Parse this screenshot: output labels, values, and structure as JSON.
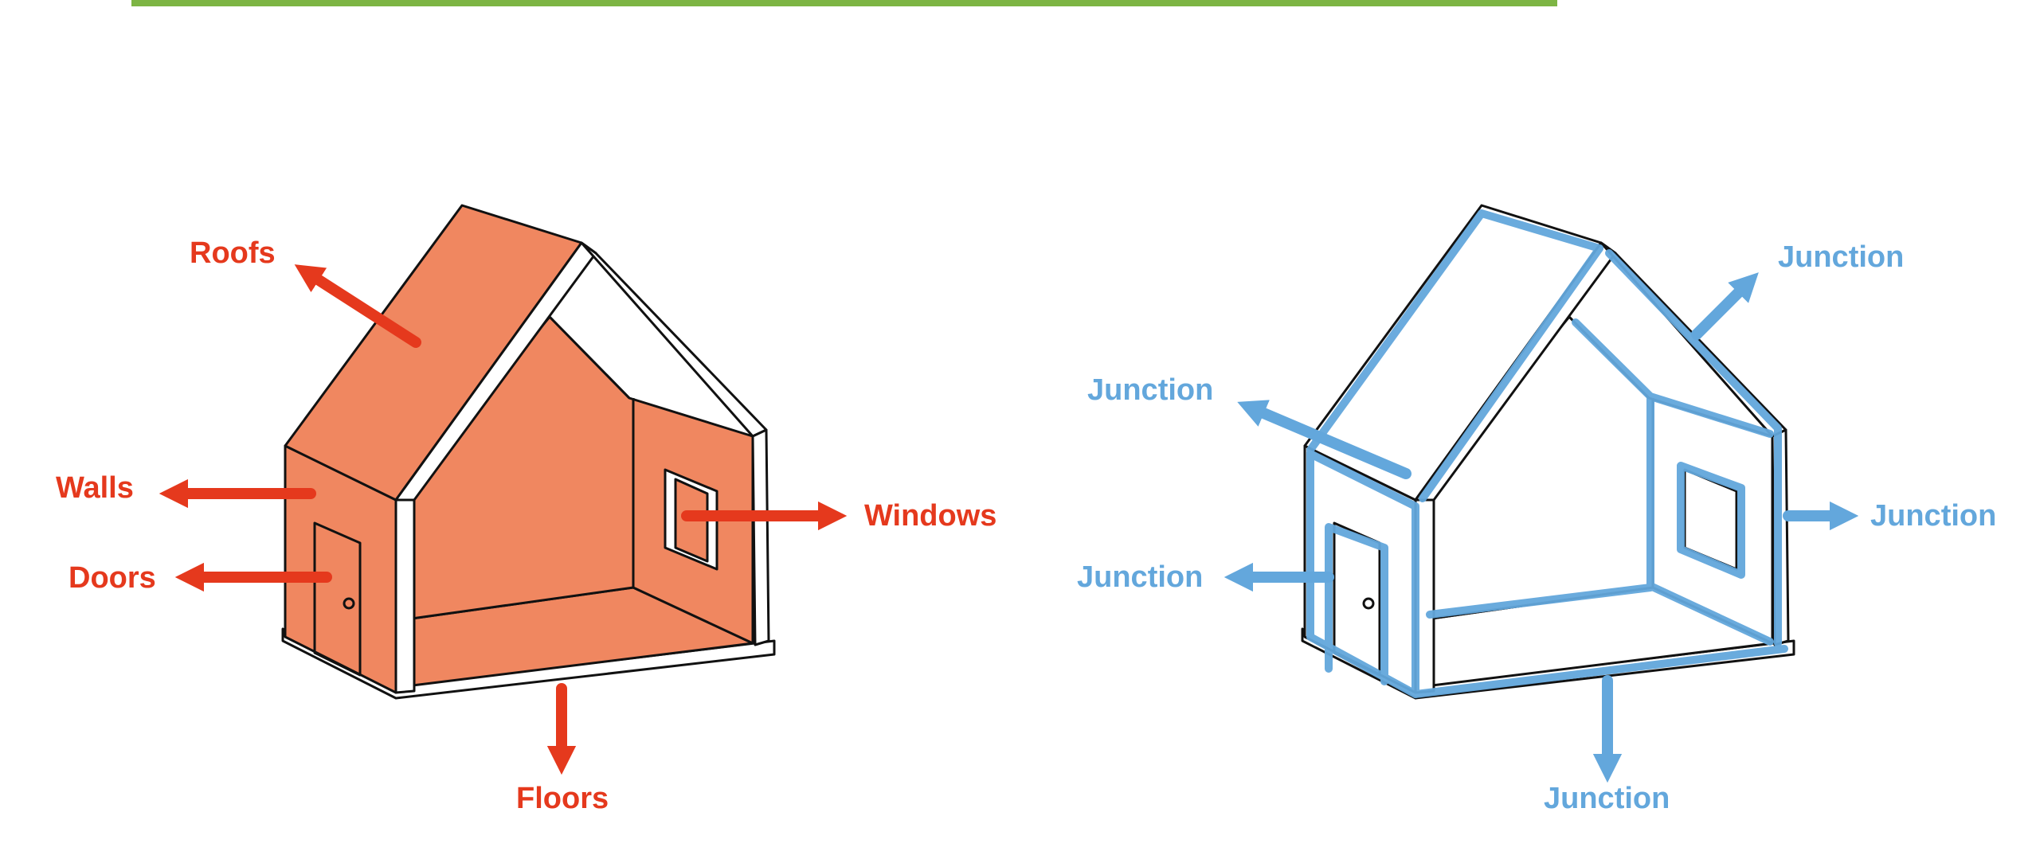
{
  "colors": {
    "red_label": "#e5391d",
    "house_fill": "#f08760",
    "blue_junction": "#63a7dc",
    "outline": "#111111",
    "cut_title": "#7db544"
  },
  "left_house": {
    "labels": {
      "roofs": "Roofs",
      "walls": "Walls",
      "doors": "Doors",
      "windows": "Windows",
      "floors": "Floors"
    }
  },
  "right_house": {
    "labels": {
      "junction_top_right": "Junction",
      "junction_top_left": "Junction",
      "junction_left": "Junction",
      "junction_right": "Junction",
      "junction_bottom": "Junction"
    }
  }
}
